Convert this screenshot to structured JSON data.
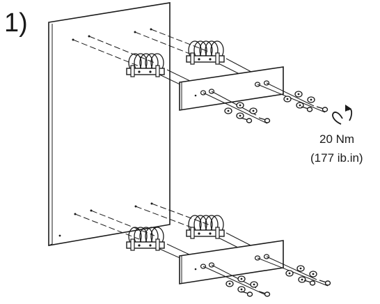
{
  "figure": {
    "step_label": "1)",
    "torque_value": "20 Nm",
    "torque_imperial": "(177 ib.in)",
    "icon": "clockwise-rotation-arrow-icon",
    "colors": {
      "line": "#1a1a1a",
      "fill": "#ffffff"
    }
  }
}
